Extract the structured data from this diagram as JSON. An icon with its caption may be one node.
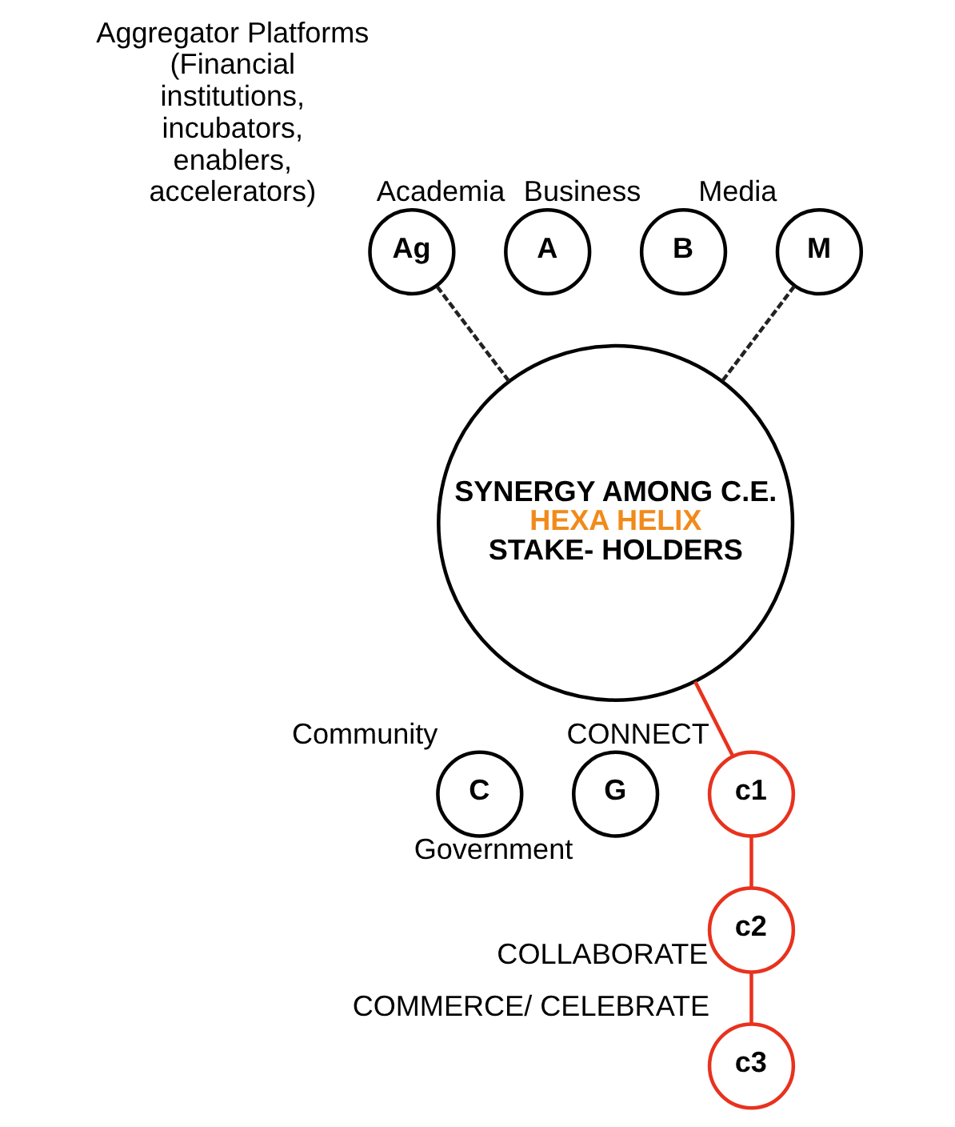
{
  "diagram": {
    "nodes": [
      {
        "text": [
          "SYNERGY AMONG C.E.",
          "HEXA HELIX",
          "STAKE- HOLDERS"
        ]
      },
      {
        "text": [
          "A"
        ],
        "beside": [
          "Academia"
        ]
      },
      {
        "text": [
          "B"
        ],
        "beside": [
          "Business"
        ]
      },
      {
        "text": [
          "M"
        ],
        "beside": [
          "Media"
        ]
      },
      {
        "text": [
          "Ag"
        ],
        "beside": [
          "Aggregator Platforms (Financial institutions, incubators, enablers, accelerators)"
        ]
      },
      {
        "text": [
          "C"
        ],
        "beside": [
          "Community"
        ]
      },
      {
        "text": [
          "G"
        ],
        "beside": [
          "Government"
        ]
      },
      {
        "text": [
          "c1"
        ],
        "beside": [
          "CONNECT"
        ]
      },
      {
        "text": [
          "c2"
        ],
        "beside": [
          "COLLABORATE"
        ]
      },
      {
        "text": [
          "c3"
        ],
        "beside": [
          "COMMERCE/ CELEBRATE"
        ]
      }
    ],
    "edges": [
      {
        "from": 3,
        "to": 0,
        "arrow": "none",
        "style": "dashed",
        "color": "#222222"
      },
      {
        "from": 0,
        "to": 4,
        "arrow": "none",
        "style": "dashed",
        "color": "#222222"
      },
      {
        "from": 0,
        "to": 7,
        "arrow": "none",
        "color": "#e8321e"
      },
      {
        "from": 7,
        "to": 8,
        "arrow": "none",
        "color": "#e8321e"
      },
      {
        "from": 8,
        "to": 9,
        "arrow": "none",
        "color": "#e8321e"
      }
    ]
  }
}
